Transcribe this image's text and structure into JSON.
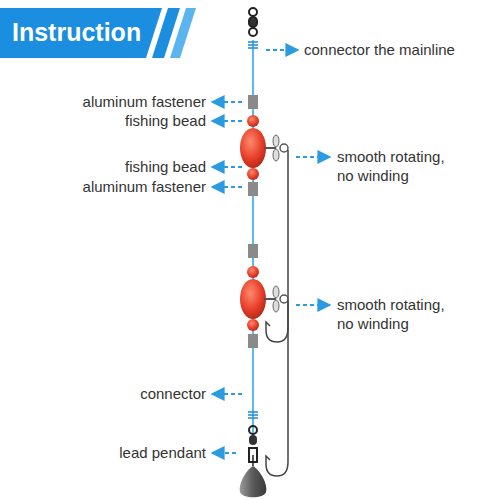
{
  "diagram": {
    "title": "Instruction",
    "labels": [
      "connector the mainline",
      "aluminum fastener",
      "fishing bead",
      "smooth rotating, no winding",
      "fishing bead",
      "aluminum fastener",
      "smooth rotating, no winding",
      "connector",
      "lead pendant"
    ]
  }
}
